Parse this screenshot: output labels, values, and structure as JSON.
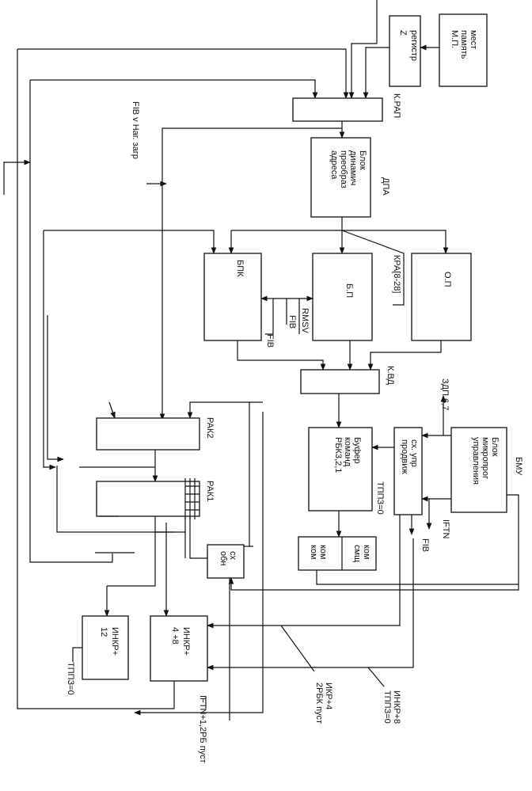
{
  "blocks": {
    "mest_pamyat": [
      "мест",
      "память",
      "М.П."
    ],
    "registr": [
      "регистр",
      "Z"
    ],
    "k_rap": "К.РАП",
    "blok_dpa": [
      "Блок",
      "динамич",
      "преобраз",
      "адреса"
    ],
    "dpa": "ДПА",
    "bpk": "БПК",
    "bp": "Б.П",
    "op": "О.П",
    "k_vd": "К.ВД",
    "rak2": "РАК2",
    "rak1": "РАК1",
    "bufer": [
      "Буфер",
      "команд",
      "РБК3,2,1"
    ],
    "sx_upr": [
      "сх. упр",
      "продвиж"
    ],
    "blok_mpu": [
      "Блок",
      "микропрог",
      "управления"
    ],
    "bmu": "БМУ",
    "kom_smesh": [
      "ком",
      "смщ"
    ],
    "kom_kom": [
      "ком",
      "ком"
    ],
    "sx_obn": [
      "сх",
      "обн"
    ],
    "inkr12": [
      "ИНКР+",
      "12"
    ],
    "inkr48": [
      "ИНКР+",
      "4 +8"
    ]
  },
  "labels": {
    "fib_nag": "FIB v Наг. загр",
    "kra": "КРА[8-28]",
    "rmsv": "RMSV",
    "fib1": "FIB",
    "fib2": "FIB",
    "fib3": "FIB",
    "zdp": "ЗДП 6,7",
    "iftn": "IFTN",
    "tppz1": "ТППЗ=0",
    "tppz2": "ТППЗ=0",
    "inkr_p8": "ИНКР+8",
    "tpp_p8": "ТППЗ=0",
    "inkr_p4": "ИКР+4",
    "rbk_pust": "2РБК пуст",
    "iftn_bottom": "IFTN+1,2РБ пуст"
  }
}
